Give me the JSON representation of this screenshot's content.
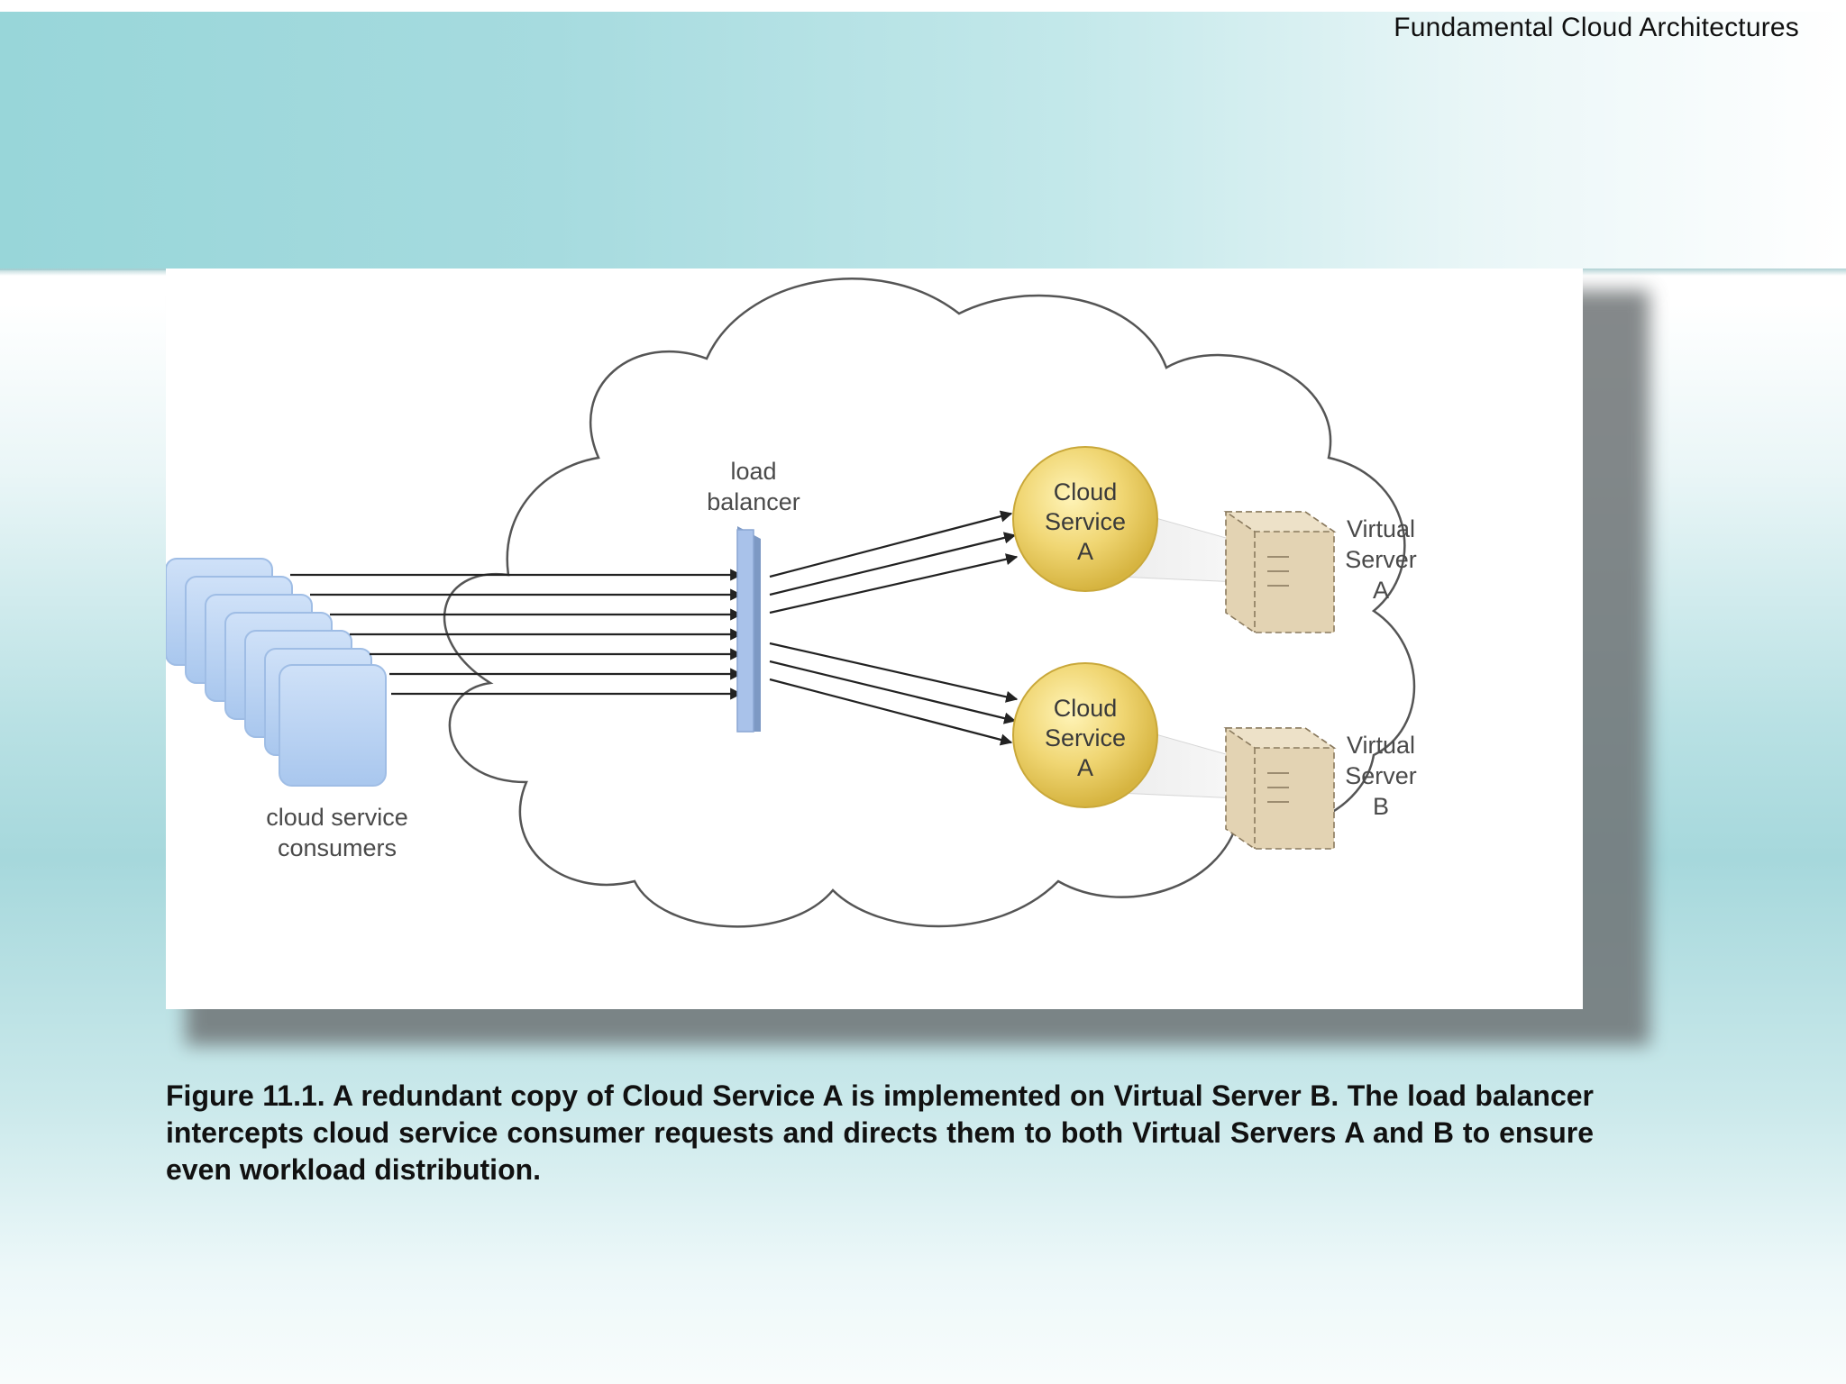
{
  "header": {
    "title": "Fundamental Cloud Architectures"
  },
  "diagram": {
    "consumers_label_line1": "cloud service",
    "consumers_label_line2": "consumers",
    "load_balancer_line1": "load",
    "load_balancer_line2": "balancer",
    "service_top": {
      "line1": "Cloud",
      "line2": "Service",
      "line3": "A"
    },
    "service_bottom": {
      "line1": "Cloud",
      "line2": "Service",
      "line3": "A"
    },
    "server_a": {
      "line1": "Virtual",
      "line2": "Server",
      "line3": "A"
    },
    "server_b": {
      "line1": "Virtual",
      "line2": "Server",
      "line3": "B"
    }
  },
  "caption": "Figure 11.1. A redundant copy of Cloud Service A is implemented on Virtual Server B. The load balancer intercepts cloud service consumer requests and directs them to both Virtual Servers A and B to ensure even workload distribution."
}
